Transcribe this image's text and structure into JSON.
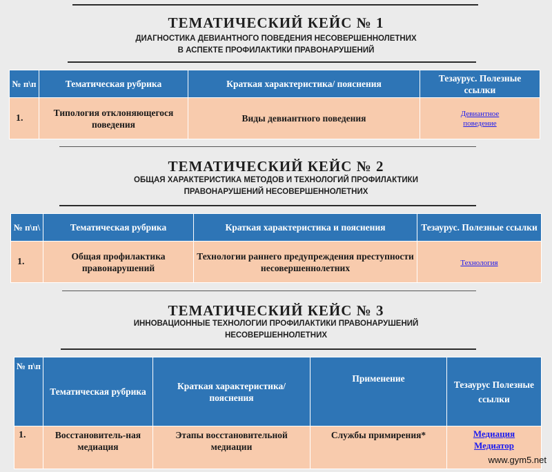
{
  "case1": {
    "title": "ТЕМАТИЧЕСКИЙ КЕЙС № 1",
    "subtitle_line1": "ДИАГНОСТИКА ДЕВИАНТНОГО ПОВЕДЕНИЯ НЕСОВЕРШЕННОЛЕТНИХ",
    "subtitle_line2": "В АСПЕКТЕ ПРОФИЛАКТИКИ ПРАВОНАРУШЕНИЙ",
    "headers": {
      "num": "№ п\\п",
      "rubric": "Тематическая рубрика",
      "desc": "Краткая характеристика/ пояснения",
      "thesaurus": "Тезаурус. Полезные ссылки"
    },
    "row": {
      "num": "1.",
      "rubric": "Типология отклоняющегося поведения",
      "desc": "Виды девиантного поведения",
      "link": "Девиантное поведение"
    }
  },
  "case2": {
    "title": "ТЕМАТИЧЕСКИЙ КЕЙС № 2",
    "subtitle_line1": "ОБЩАЯ ХАРАКТЕРИСТИКА МЕТОДОВ И ТЕХНОЛОГИЙ ПРОФИЛАКТИКИ",
    "subtitle_line2": "ПРАВОНАРУШЕНИЙ НЕСОВЕРШЕННОЛЕТНИХ",
    "headers": {
      "num": "№ п\\п\\",
      "rubric": "Тематическая рубрика",
      "desc": "Краткая характеристика и пояснения",
      "thesaurus": "Тезаурус. Полезные ссылки"
    },
    "row": {
      "num": "1.",
      "rubric": "Общая профилактика правонарушений",
      "desc": "Технологии раннего предупреждения преступности несовершеннолетних",
      "link": "Технология"
    }
  },
  "case3": {
    "title": "ТЕМАТИЧЕСКИЙ КЕЙС № 3",
    "subtitle_line1": "ИННОВАЦИОННЫЕ ТЕХНОЛОГИИ ПРОФИЛАКТИКИ ПРАВОНАРУШЕНИЙ",
    "subtitle_line2": "НЕСОВЕРШЕННОЛЕТНИХ",
    "headers": {
      "num": "№ п\\п",
      "rubric": "Тематическая рубрика",
      "desc": "Краткая характеристика/ пояснения",
      "application": "Применение",
      "thesaurus": "Тезаурус Полезные ссылки"
    },
    "row": {
      "num": "1.",
      "rubric": "Восстановитель-ная медиация",
      "desc": "Этапы восстановительной медиации",
      "application": "Службы примирения*",
      "link1": "Медиация",
      "link2": "Медиатор"
    }
  },
  "watermark": "www.gym5.net"
}
